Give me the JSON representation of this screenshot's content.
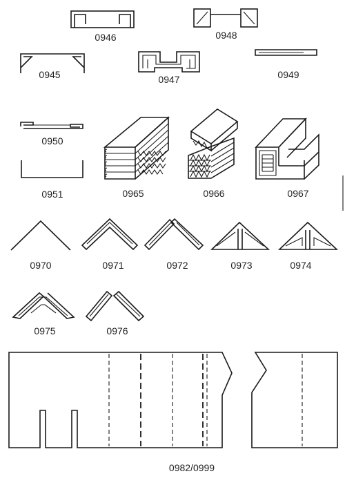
{
  "profiles": {
    "p0946": "0946",
    "p0948": "0948",
    "p0945": "0945",
    "p0947": "0947",
    "p0949": "0949",
    "p0950": "0950",
    "p0951": "0951",
    "p0965": "0965",
    "p0966": "0966",
    "p0967": "0967",
    "p0970": "0970",
    "p0971": "0971",
    "p0972": "0972",
    "p0973": "0973",
    "p0974": "0974",
    "p0975": "0975",
    "p0976": "0976",
    "p0982": "0982/0999"
  },
  "colors": {
    "line": "#1a1a1a",
    "label": "#222222",
    "background": "#ffffff"
  }
}
